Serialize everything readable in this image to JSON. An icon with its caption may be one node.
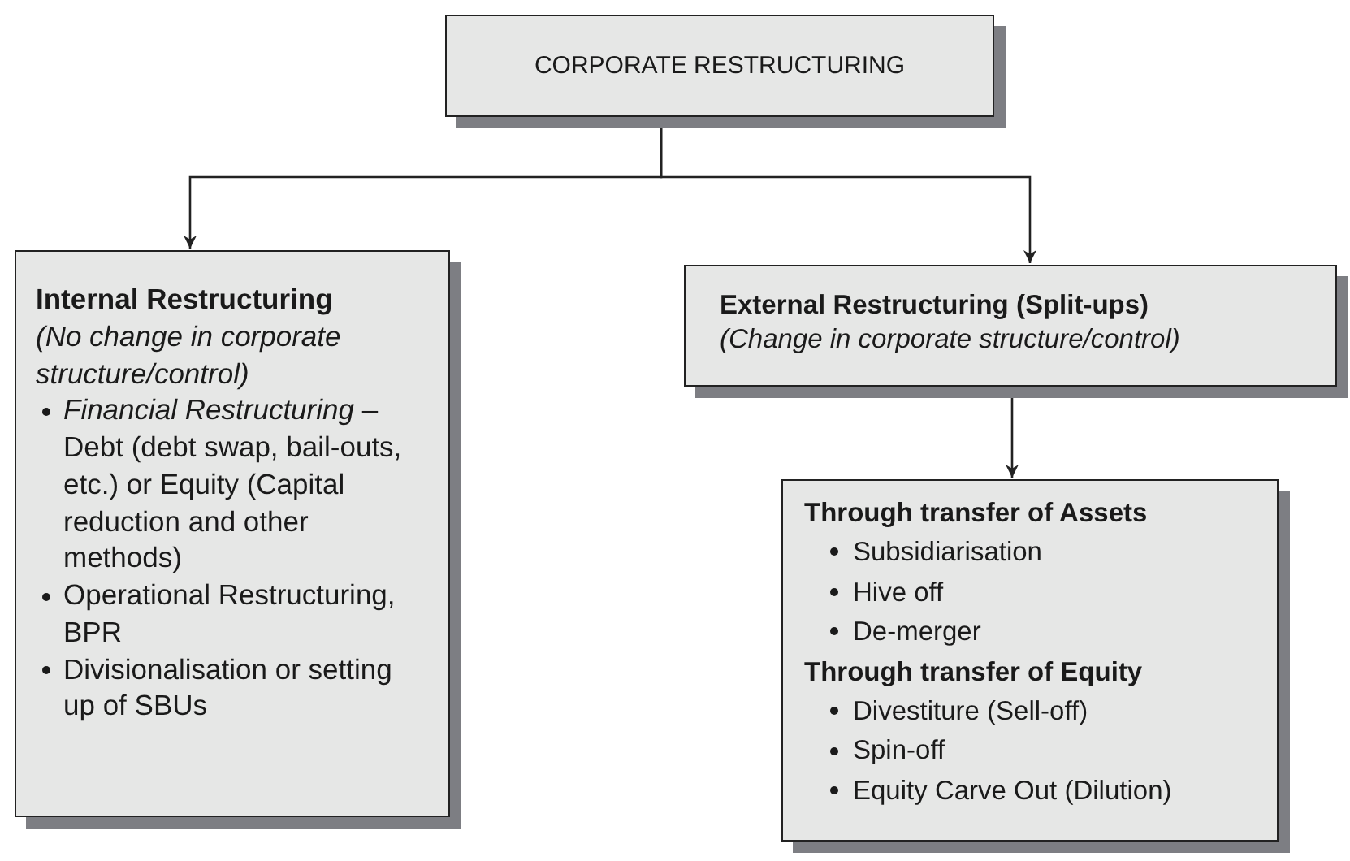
{
  "diagram": {
    "nodes": [
      {
        "text": [
          "CORPORATE RESTRUCTURING"
        ]
      },
      {
        "text": [
          "Internal Restructuring",
          "(No change in corporate structure/control)",
          "*Financial Restructuring* – Debt (debt swap, bail-outs, etc.) or Equity (Capital reduction and other methods)",
          "Operational Restructuring, BPR",
          "Divisionalisation or setting up of SBUs"
        ]
      },
      {
        "text": [
          "External Restructuring (Split-ups)",
          "(Change in corporate structure/control)"
        ]
      },
      {
        "text": [
          "Through transfer of Assets",
          "Subsidiarisation",
          "Hive off",
          "De-merger",
          "Through transfer of Equity",
          "Divestiture (Sell-off)",
          "Spin-off",
          "Equity Carve Out (Dilution)"
        ]
      }
    ],
    "edges": [
      {
        "from": 0,
        "to": 1,
        "arrow": "to"
      },
      {
        "from": 0,
        "to": 2,
        "arrow": "to"
      },
      {
        "from": 2,
        "to": 3,
        "arrow": "to"
      }
    ]
  }
}
